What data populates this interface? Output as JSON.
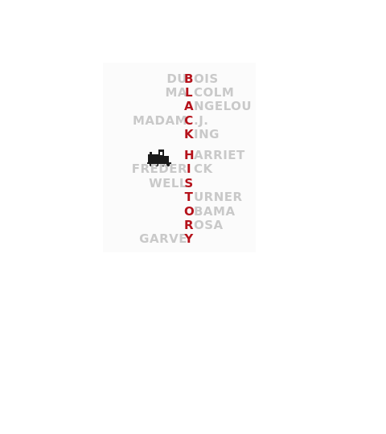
{
  "colors": {
    "key_letter": "#b5121b",
    "name_text": "#c9c9c9",
    "silhouette": "#1a1a1a"
  },
  "rows": [
    {
      "left": "DU",
      "key": "B",
      "right": "OIS"
    },
    {
      "left": "MA",
      "key": "L",
      "right": "COLM"
    },
    {
      "left": "",
      "key": "A",
      "right": "NGELOU"
    },
    {
      "left": "MADAM",
      "key": "C",
      "right": ".J."
    },
    {
      "left": "",
      "key": "K",
      "right": "ING"
    },
    {
      "left": "",
      "key": "H",
      "right": "ARRIET"
    },
    {
      "left": "FREDER",
      "key": "I",
      "right": "CK"
    },
    {
      "left": "WELL",
      "key": "S",
      "right": ""
    },
    {
      "left": "",
      "key": "T",
      "right": "URNER"
    },
    {
      "left": "",
      "key": "O",
      "right": "BAMA"
    },
    {
      "left": "",
      "key": "R",
      "right": "OSA"
    },
    {
      "left": "GARVE",
      "key": "Y",
      "right": ""
    }
  ],
  "icons": {
    "silhouette": "train-locomotive-icon"
  }
}
